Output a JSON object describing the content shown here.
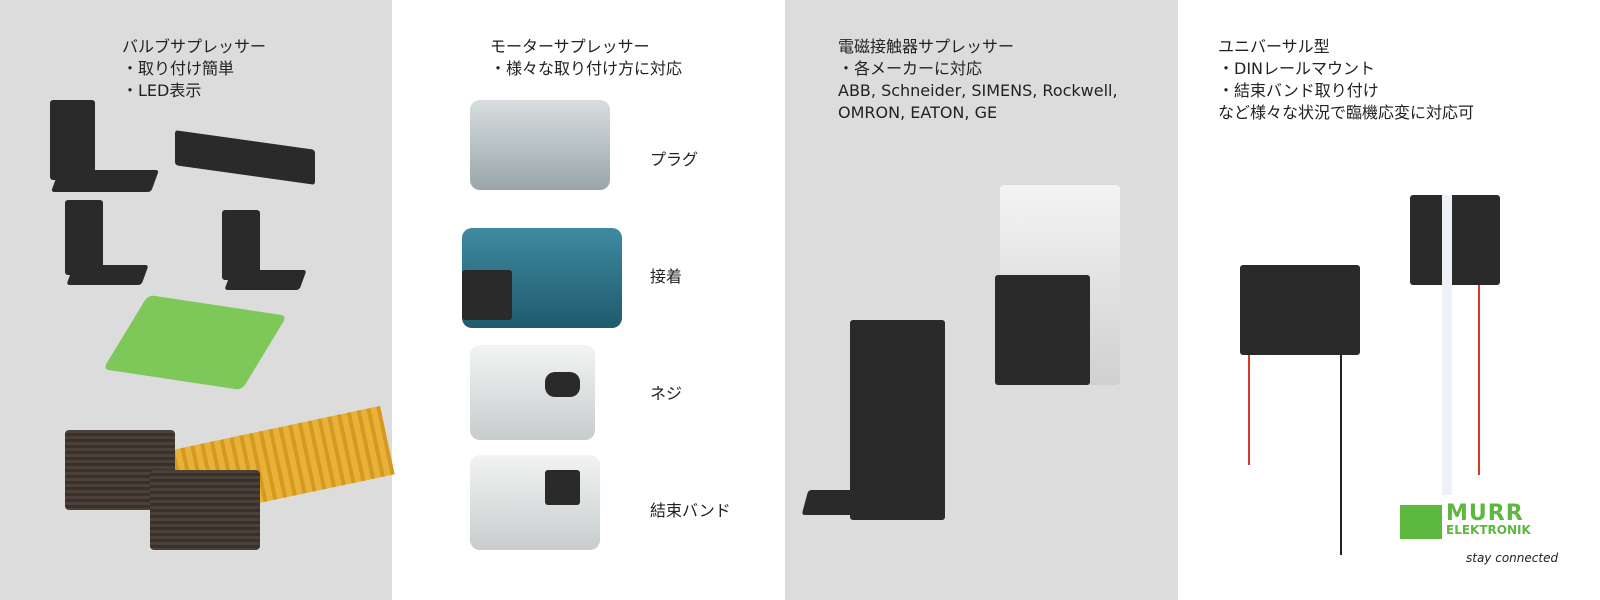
{
  "panels": [
    {
      "title": "バルブサプレッサー",
      "lines": [
        "・取り付け簡単",
        "・LED表示"
      ]
    },
    {
      "title": "モーターサプレッサー",
      "lines": [
        "・様々な取り付け方に対応"
      ],
      "methods": [
        "プラグ",
        "接着",
        "ネジ",
        "結束バンド"
      ]
    },
    {
      "title": "電磁接触器サプレッサー",
      "lines": [
        "・各メーカーに対応",
        "ABB, Schneider, SIMENS, Rockwell,",
        "OMRON, EATON, GE"
      ]
    },
    {
      "title": "ユニバーサル型",
      "lines": [
        "・DINレールマウント",
        "・結束バンド取り付け",
        "など様々な状況で臨機応変に対応可"
      ]
    }
  ],
  "logo": {
    "line1": "MURR",
    "line2": "ELEKTRONIK",
    "tagline": "stay connected"
  },
  "colors": {
    "brand": "#5cb83f",
    "panel_gray": "#dcdcdc"
  }
}
